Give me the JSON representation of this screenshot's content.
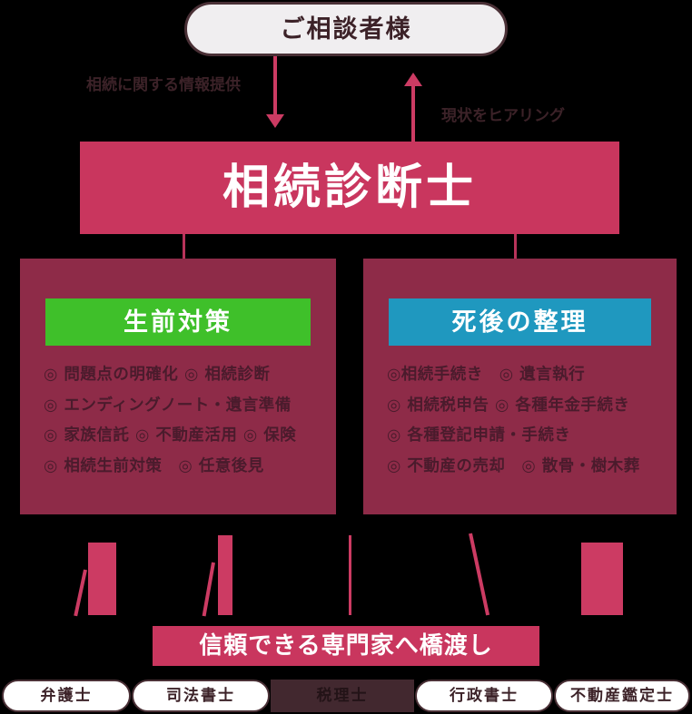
{
  "top": {
    "client_label": "ご相談者様"
  },
  "flow": {
    "arrow_down_label": "相続に関する情報提供",
    "arrow_up_label": "現状をヒアリング",
    "accent_color": "#cc3b63"
  },
  "banner": {
    "title": "相続診断士",
    "bg_color": "#c9365e",
    "text_color": "#ffffff"
  },
  "categories": [
    {
      "header": "生前対策",
      "header_color": "#3fc02a",
      "box_color": "#8e2b48",
      "items": [
        "◎ 問題点の明確化 ◎ 相続診断",
        "◎ エンディングノート・遺言準備",
        "◎ 家族信託 ◎ 不動産活用 ◎ 保険",
        "◎ 相続生前対策　◎ 任意後見"
      ]
    },
    {
      "header": "死後の整理",
      "header_color": "#1f98bf",
      "box_color": "#8e2b48",
      "items": [
        "◎相続手続き　◎ 遺言執行",
        "◎ 相続税申告 ◎ 各種年金手続き",
        "◎ 各種登記申請・手続き",
        "◎ 不動産の売却　◎ 散骨・樹木葬"
      ]
    }
  ],
  "bridge": {
    "label": "信頼できる専門家へ橋渡し",
    "bg_color": "#c9365e"
  },
  "professionals": [
    {
      "label": "弁護士",
      "state": "normal"
    },
    {
      "label": "司法書士",
      "state": "normal"
    },
    {
      "label": "税理士",
      "state": "dimmed"
    },
    {
      "label": "行政書士",
      "state": "normal"
    },
    {
      "label": "不動産鑑定士",
      "state": "normal"
    }
  ]
}
